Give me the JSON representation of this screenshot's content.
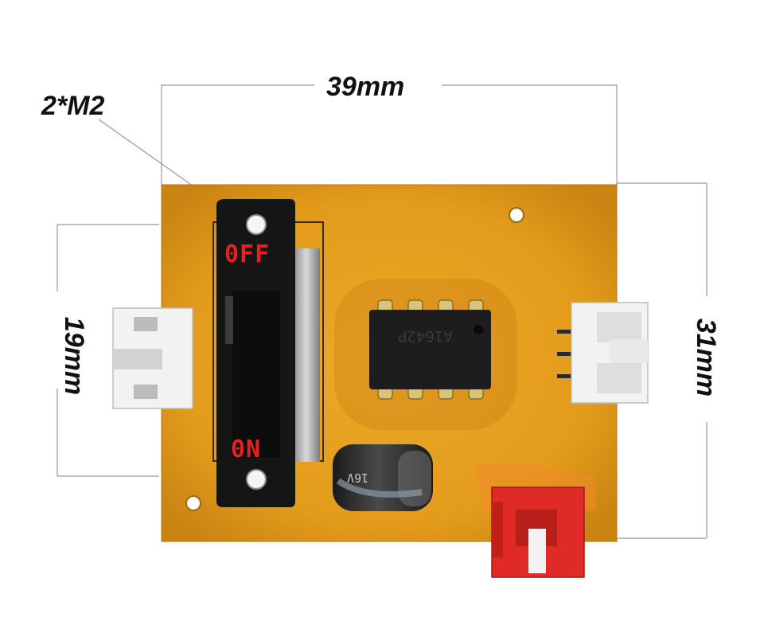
{
  "dimensions": {
    "width_label": "39mm",
    "height_label": "31mm",
    "connector_span_label": "19mm",
    "mounting_label": "2*M2"
  },
  "switch": {
    "off_label": "0FF",
    "on_label": "0N"
  },
  "components": {
    "chip_marking": "A1642P",
    "capacitor_marking": "16V"
  },
  "colors": {
    "pcb": "#e7a21d",
    "silkscreen": "#e3221f",
    "switch_body": "#151515",
    "connector_white": "#f2f2f2",
    "connector_red": "#e02a26"
  }
}
